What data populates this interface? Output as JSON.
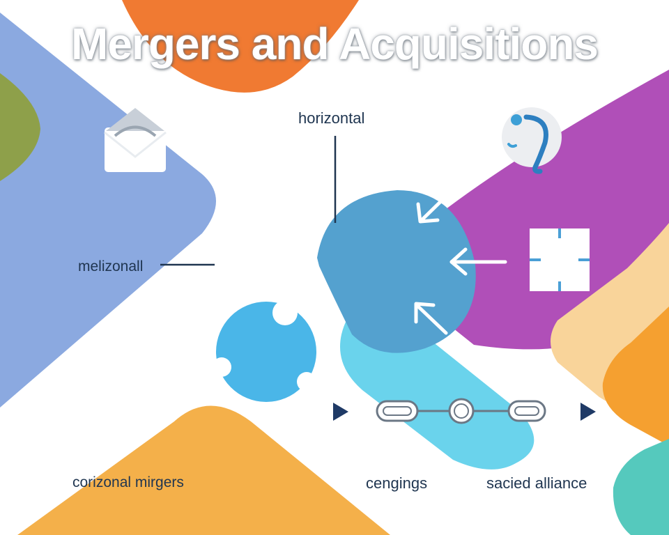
{
  "title": "Mergers and Acquisitions",
  "labels": {
    "top": "horizontal",
    "left": "melizonall",
    "bottom_left": "corizonal mirgers",
    "bottom_center": "cengings",
    "bottom_right": "sacied alliance"
  },
  "icons": {
    "envelope": "envelope-icon",
    "orb": "question-orb-icon",
    "frame": "corner-frame-icon",
    "chain": "chain-link-icon",
    "puzzle": "puzzle-piece-icon"
  },
  "colors": {
    "blue_shape": "#8ba9e0",
    "orange_top": "#f07a32",
    "olive": "#8ea04a",
    "purple": "#b04fb8",
    "peach": "#f9d49a",
    "orange_right": "#f5a030",
    "teal": "#55c9bd",
    "orange_bottom": "#f4b04a",
    "circle_blue": "#54a1cf",
    "capsule_cyan": "#6ad3ec",
    "puzzle_blue": "#4ab6e8",
    "navy": "#1f3550"
  }
}
